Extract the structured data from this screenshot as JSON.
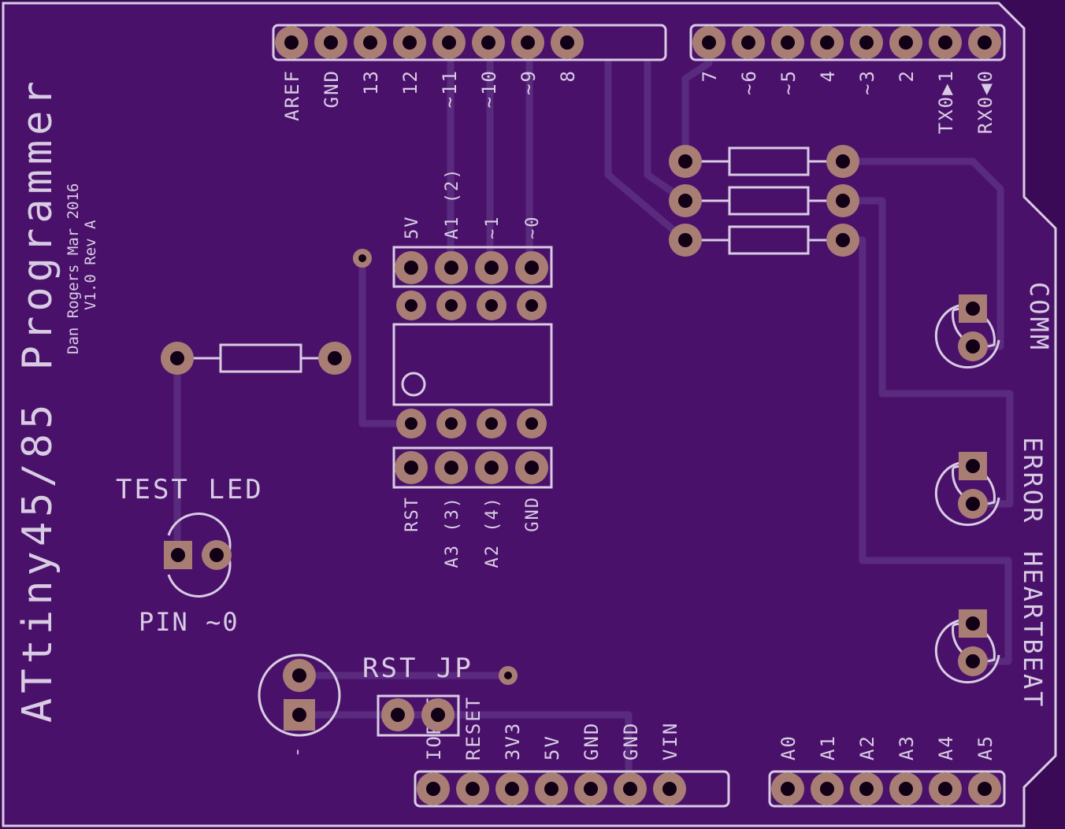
{
  "board": {
    "title": "ATtiny45/85 Programmer",
    "credits": [
      "Dan Rogers Mar 2016",
      "V1.0 Rev A"
    ],
    "colors": {
      "substrate": "#4a116b",
      "silkscreen": "#d8cce3",
      "copper_pad": "#a87d74",
      "trace": "#5a2a7e"
    }
  },
  "headers": {
    "top_left": [
      "AREF",
      "GND",
      "13",
      "12",
      "~11",
      "~10",
      "~9",
      "8"
    ],
    "top_right": [
      "7",
      "~6",
      "~5",
      "4",
      "~3",
      "2",
      "TX0▶1",
      "RX0◀0"
    ],
    "bottom_power": [
      "IOREF",
      "RESET",
      "3V3",
      "5V",
      "GND",
      "GND",
      "VIN"
    ],
    "bottom_analog": [
      "A0",
      "A1",
      "A2",
      "A3",
      "A4",
      "A5"
    ]
  },
  "socket": {
    "top_labels": [
      "5V",
      "A1 (2)",
      "~1",
      "~0"
    ],
    "bottom_labels": [
      "RST",
      "A3 (3)",
      "A2 (4)",
      "GND"
    ]
  },
  "labels": {
    "test_led": "TEST LED",
    "pin": "PIN ~0",
    "rst_jp": "RST JP",
    "cap_minus": "-",
    "leds": [
      "COMM",
      "ERROR",
      "HEARTBEAT"
    ]
  }
}
